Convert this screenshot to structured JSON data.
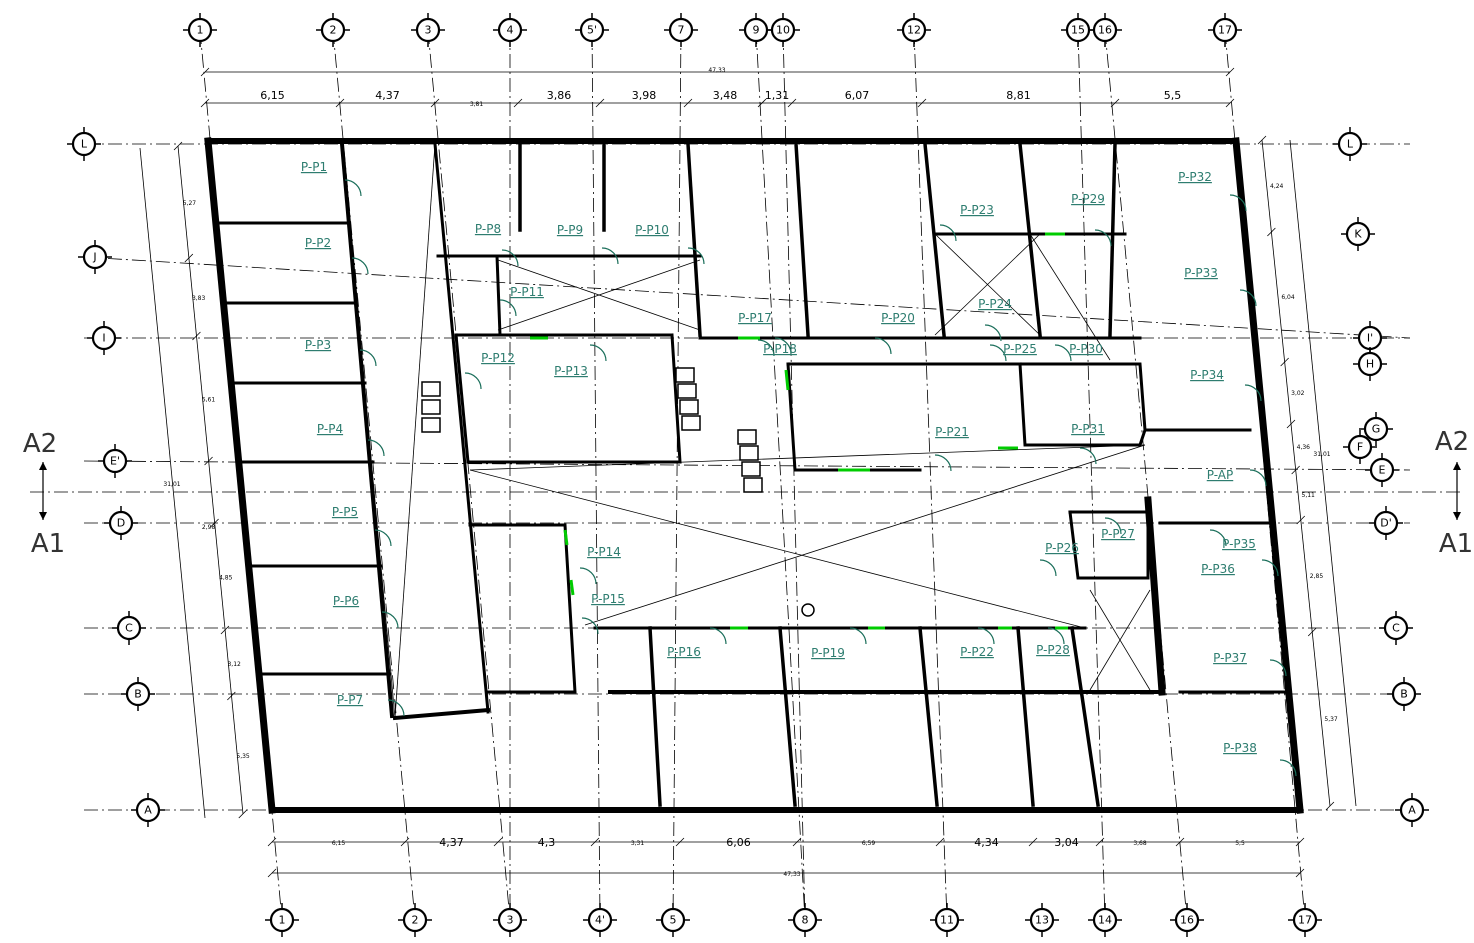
{
  "top_axes": [
    "1",
    "2",
    "3",
    "4",
    "5'",
    "7",
    "9",
    "10",
    "12",
    "15",
    "16",
    "17"
  ],
  "bottom_axes": [
    "1",
    "2",
    "3",
    "4'",
    "5",
    "8",
    "11",
    "13",
    "14",
    "16",
    "17"
  ],
  "left_axes": [
    "L",
    "J",
    "I",
    "E'",
    "D",
    "C",
    "B",
    "A"
  ],
  "right_axes": [
    "L",
    "K",
    "I'",
    "H",
    "G",
    "F",
    "E",
    "D'",
    "C",
    "B",
    "A"
  ],
  "top_total": "47,33",
  "top_dims": [
    "6,15",
    "4,37",
    "3,81",
    "3,86",
    "3,98",
    "3,48",
    "1,31",
    "6,07",
    "8,81",
    "5,5"
  ],
  "bottom_total": "47,33",
  "bottom_dims": [
    "6,15",
    "4,37",
    "4,3",
    "3,31",
    "6,06",
    "6,59",
    "4,34",
    "3,04",
    "3,68",
    "5,5"
  ],
  "left_total": "31,01",
  "left_dims": [
    "5,27",
    "3,83",
    "5,61",
    "2,98",
    "4,85",
    "3,12",
    "5,35"
  ],
  "right_total": "31,01",
  "right_dims": [
    "4,24",
    "6,04",
    "3,02",
    "4,36",
    "5,11",
    "2,85",
    "5,37"
  ],
  "section_marks": {
    "left_top": "A2",
    "left_bottom": "A1",
    "right_top": "A2",
    "right_bottom": "A1"
  },
  "door_labels": [
    "P-P1",
    "P-P2",
    "P-P3",
    "P-P4",
    "P-P5",
    "P-P6",
    "P-P7",
    "P-P8",
    "P-P9",
    "P-P10",
    "P-P11",
    "P-P12",
    "P-P13",
    "P-P14",
    "P-P15",
    "P-P16",
    "P-P17",
    "P-P18",
    "P-P19",
    "P-P20",
    "P-P21",
    "P-P22",
    "P-P23",
    "P-P24",
    "P-P25",
    "P-P26",
    "P-P27",
    "P-P28",
    "P-P29",
    "P-P30",
    "P-P31",
    "P-P32",
    "P-P33",
    "P-P34",
    "P-P35",
    "P-P36",
    "P-P37",
    "P-P38",
    "P-AP"
  ],
  "colors": {
    "door_label": "#2e7d70",
    "door_label_special": "#e020c0",
    "special_door": "#f08a00",
    "green_opening": "#00cc00",
    "wall": "#000000"
  }
}
